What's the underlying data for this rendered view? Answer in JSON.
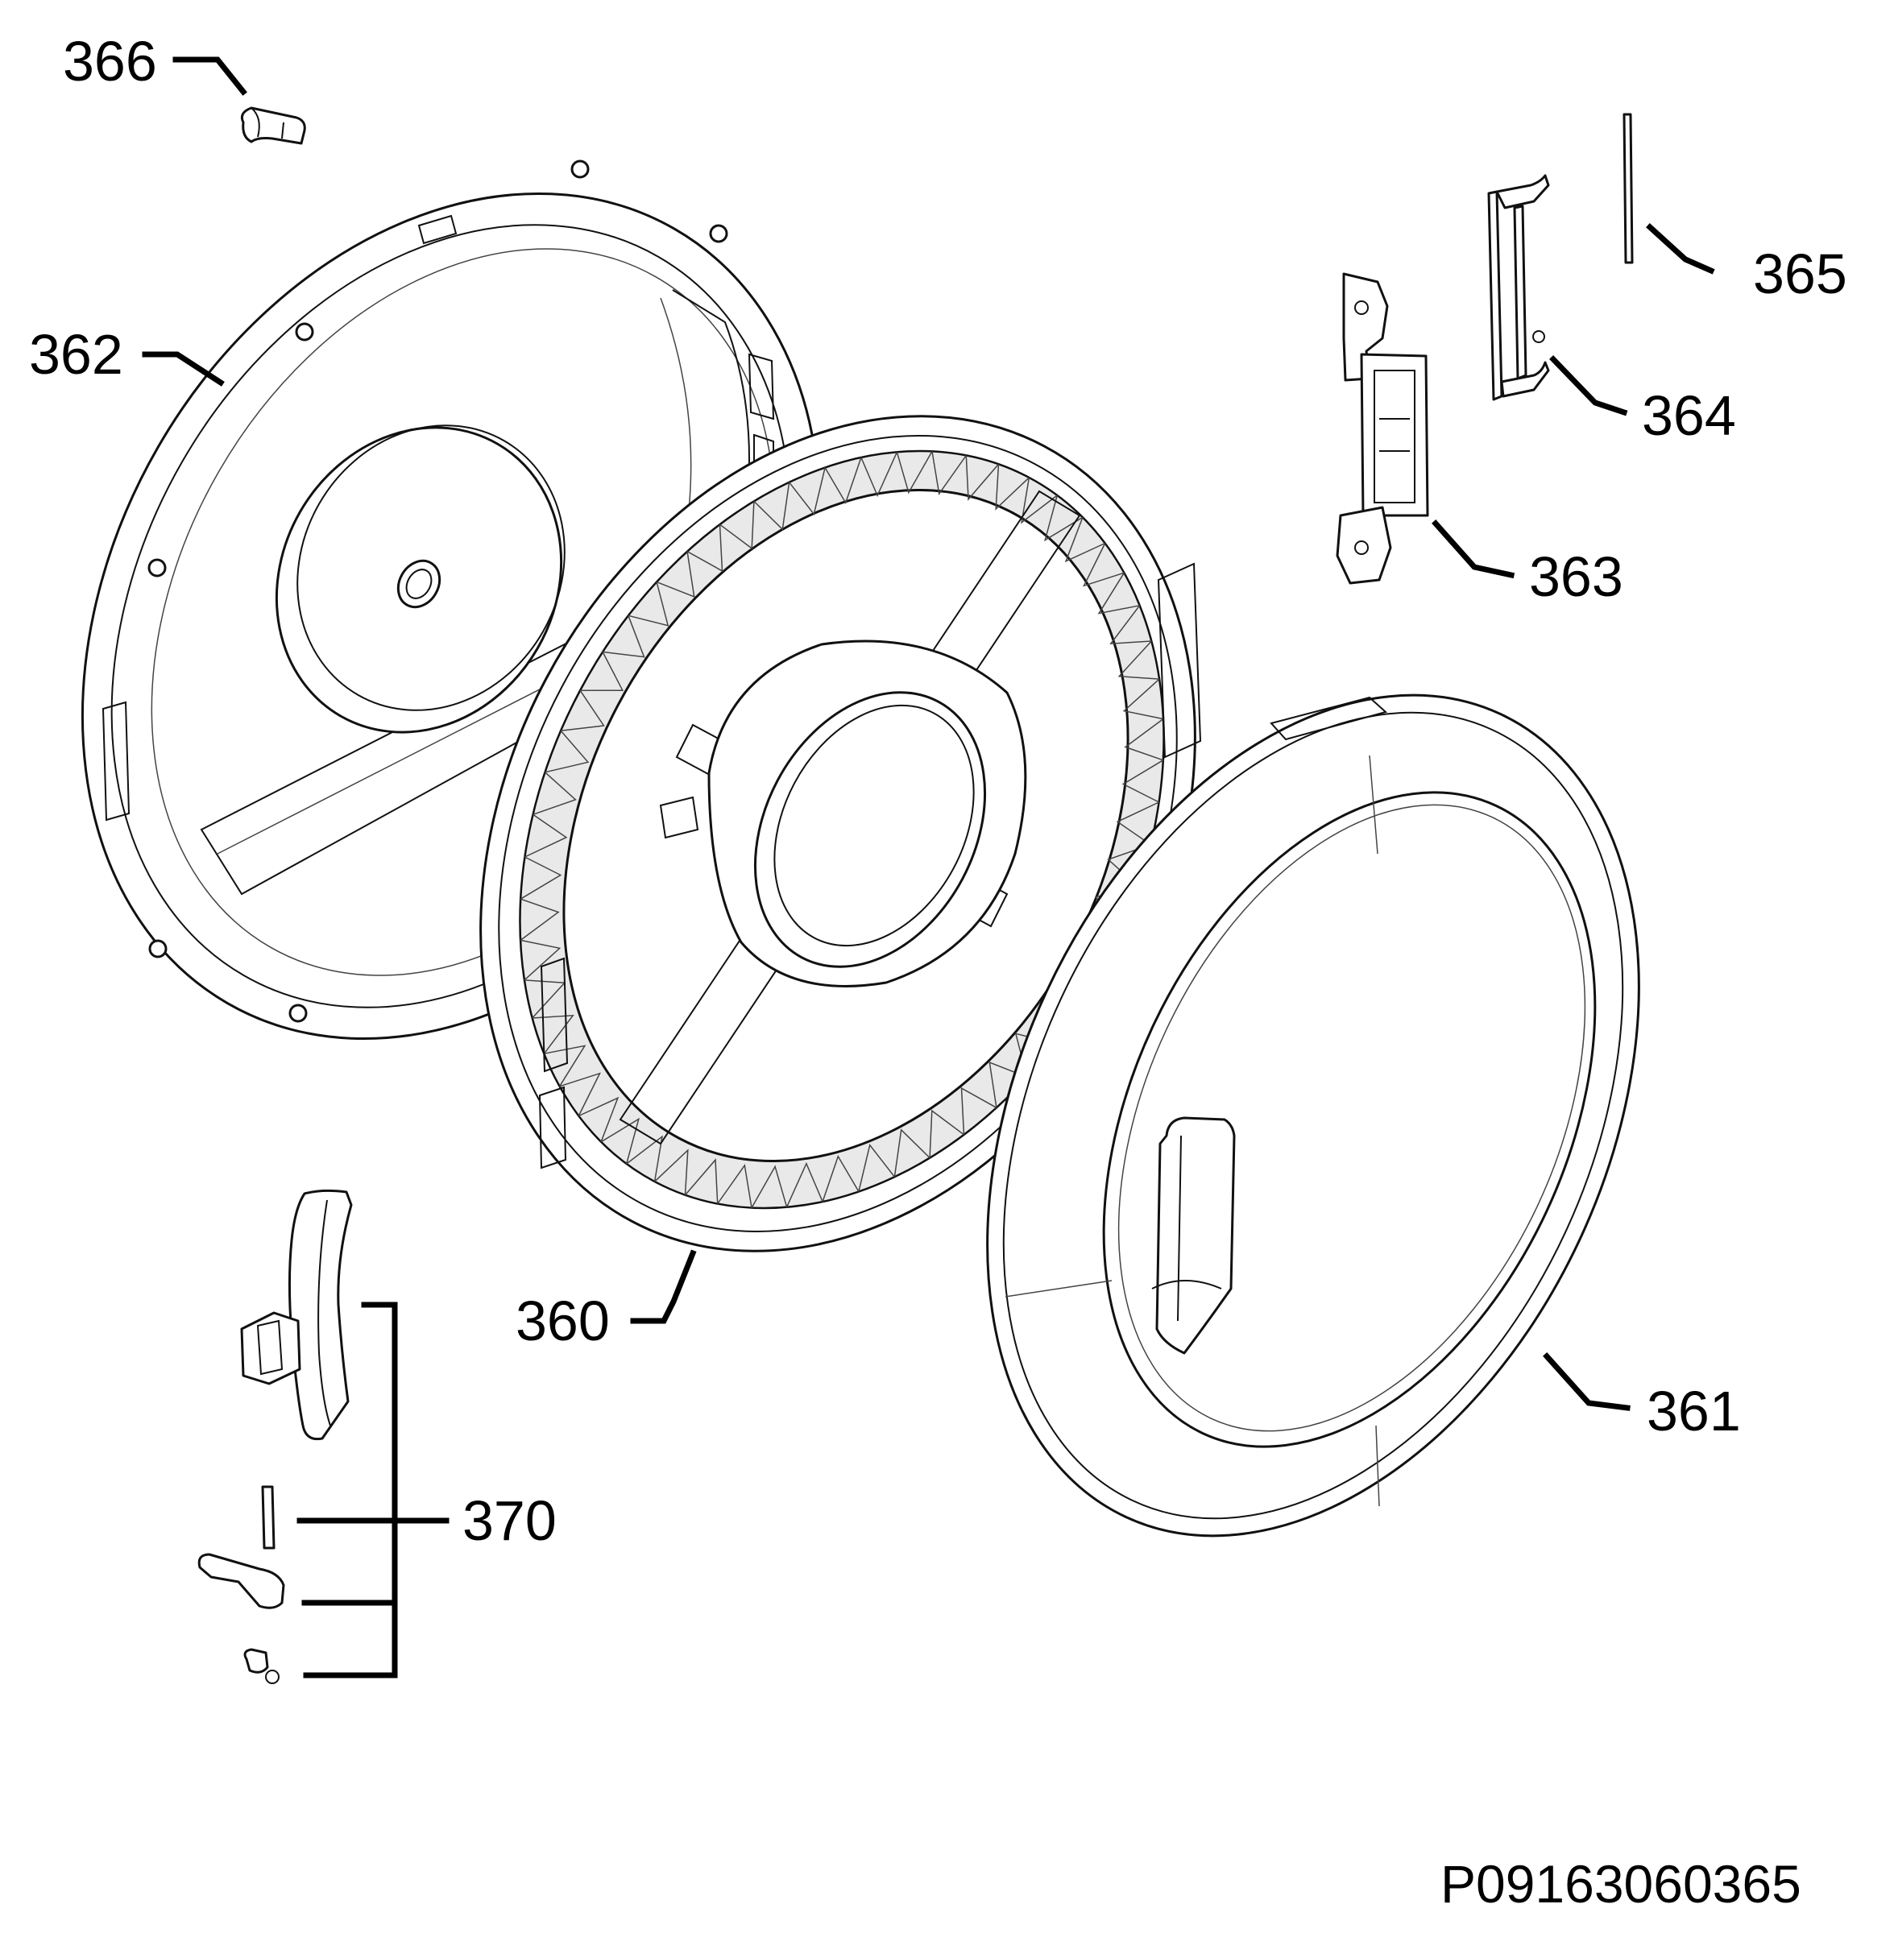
{
  "labels": {
    "p360": "360",
    "p361": "361",
    "p362": "362",
    "p363": "363",
    "p364": "364",
    "p365": "365",
    "p366": "366",
    "p370": "370"
  },
  "document_id": "P09163060365"
}
